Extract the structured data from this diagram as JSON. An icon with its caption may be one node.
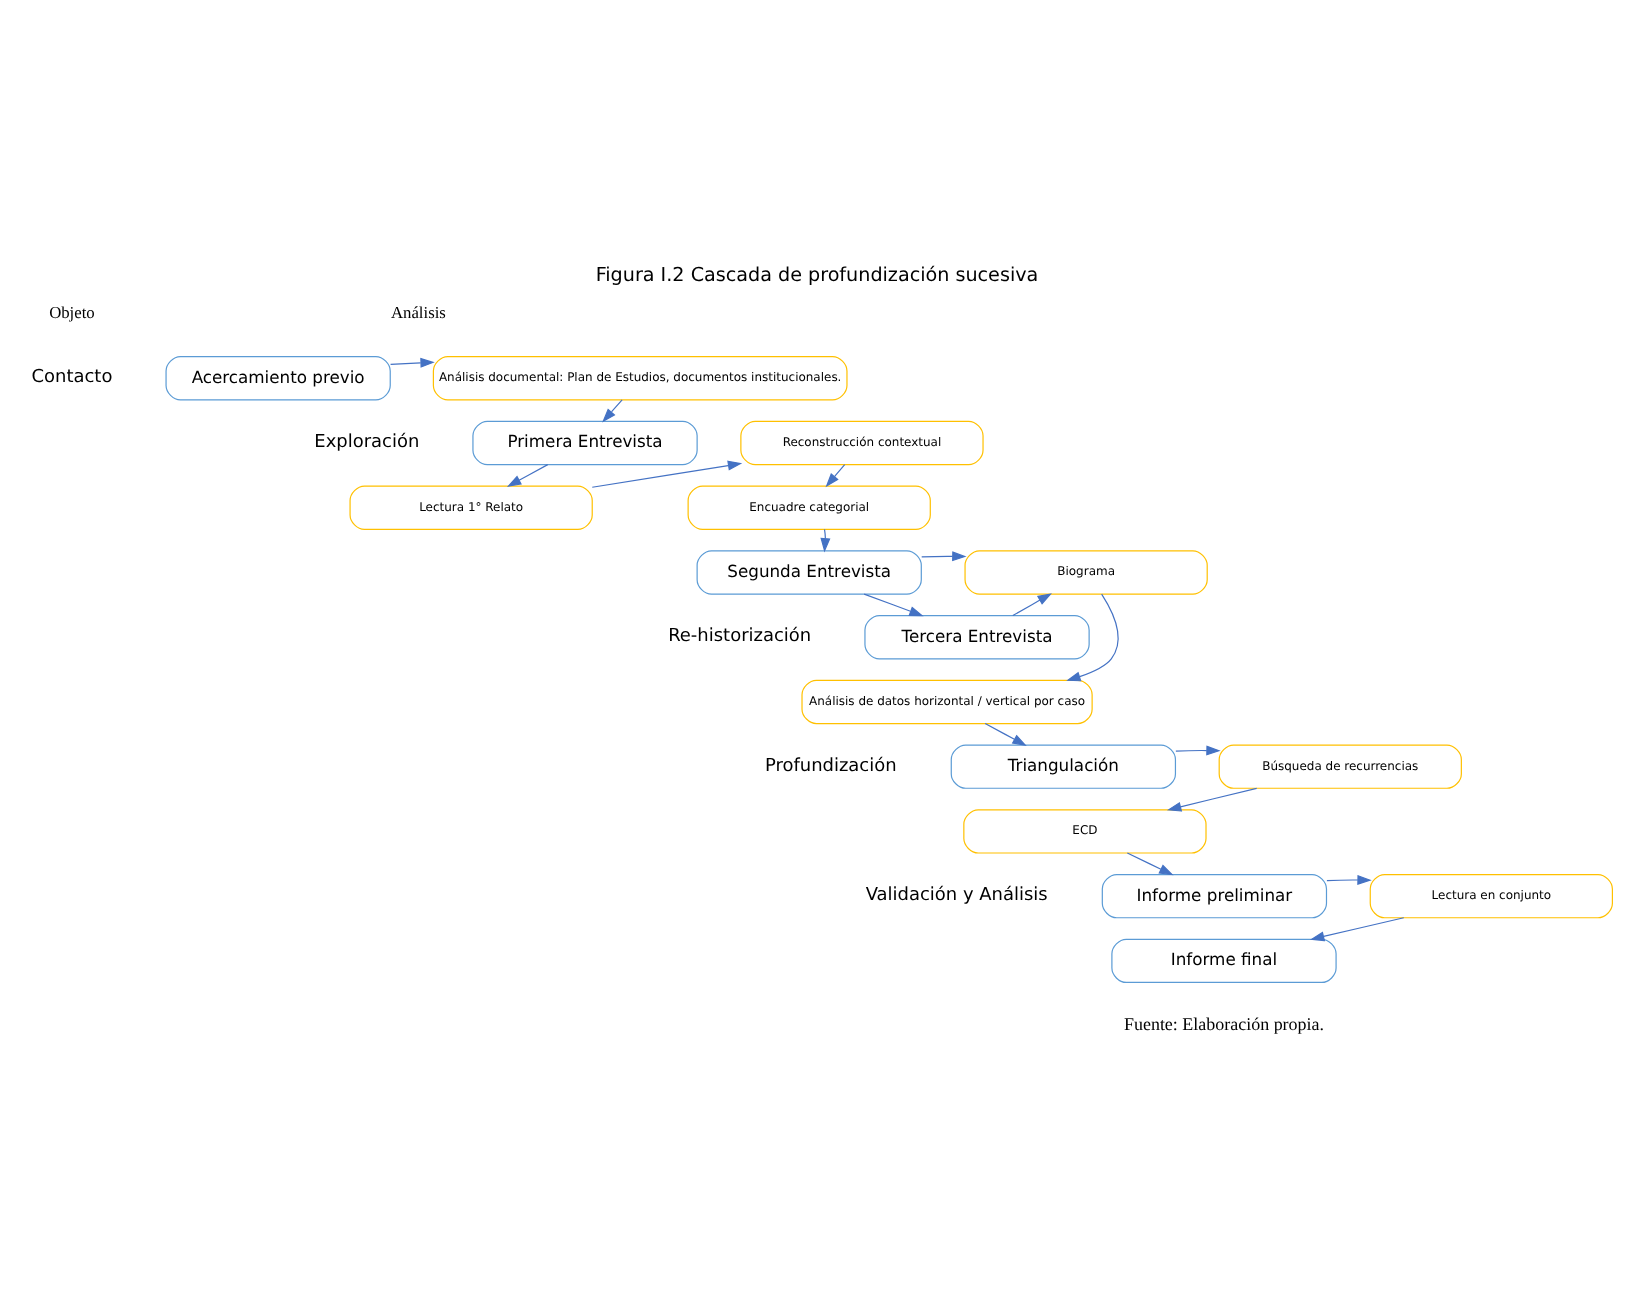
{
  "diagram": {
    "title": "Figura I.2 Cascada de profundización sucesiva",
    "caption": "Fuente: Elaboración propia.",
    "nodes": [
      {
        "text": [
          "Acercamiento previo"
        ]
      },
      {
        "text": [
          "Análisis documental: Plan de Estudios, documentos institucionales."
        ]
      },
      {
        "text": [
          "Primera Entrevista"
        ]
      },
      {
        "text": [
          "Lectura 1° Relato"
        ]
      },
      {
        "text": [
          "Reconstrucción contextual"
        ]
      },
      {
        "text": [
          "Encuadre categorial"
        ]
      },
      {
        "text": [
          "Segunda Entrevista"
        ]
      },
      {
        "text": [
          "Tercera Entrevista"
        ]
      },
      {
        "text": [
          "Biograma"
        ]
      },
      {
        "text": [
          "Análisis de datos horizontal / vertical por caso"
        ]
      },
      {
        "text": [
          "Triangulación"
        ]
      },
      {
        "text": [
          "Búsqueda de recurrencias"
        ]
      },
      {
        "text": [
          "ECD"
        ]
      },
      {
        "text": [
          "Informe preliminar"
        ]
      },
      {
        "text": [
          "Lectura en conjunto"
        ]
      },
      {
        "text": [
          "Informe final"
        ]
      }
    ],
    "edges": [
      {
        "from": 0,
        "to": 1,
        "arrow": "to"
      },
      {
        "from": 1,
        "to": 2,
        "arrow": "to"
      },
      {
        "from": 2,
        "to": 3,
        "arrow": "to"
      },
      {
        "from": 3,
        "to": 4,
        "arrow": "to"
      },
      {
        "from": 4,
        "to": 5,
        "arrow": "to"
      },
      {
        "from": 5,
        "to": 6,
        "arrow": "to"
      },
      {
        "from": 6,
        "to": 8,
        "arrow": "to"
      },
      {
        "from": 6,
        "to": 7,
        "arrow": "to"
      },
      {
        "from": 7,
        "to": 8,
        "arrow": "to"
      },
      {
        "from": 8,
        "to": 9,
        "arrow": "to"
      },
      {
        "from": 9,
        "to": 10,
        "arrow": "to"
      },
      {
        "from": 10,
        "to": 11,
        "arrow": "to"
      },
      {
        "from": 11,
        "to": 12,
        "arrow": "to"
      },
      {
        "from": 12,
        "to": 13,
        "arrow": "to"
      },
      {
        "from": 13,
        "to": 14,
        "arrow": "to"
      },
      {
        "from": 14,
        "to": 15,
        "arrow": "to"
      }
    ],
    "labels": [
      "Objeto",
      "Análisis",
      "Contacto",
      "Exploración",
      "Re-historización",
      "Profundización",
      "Validación y Análisis"
    ]
  }
}
